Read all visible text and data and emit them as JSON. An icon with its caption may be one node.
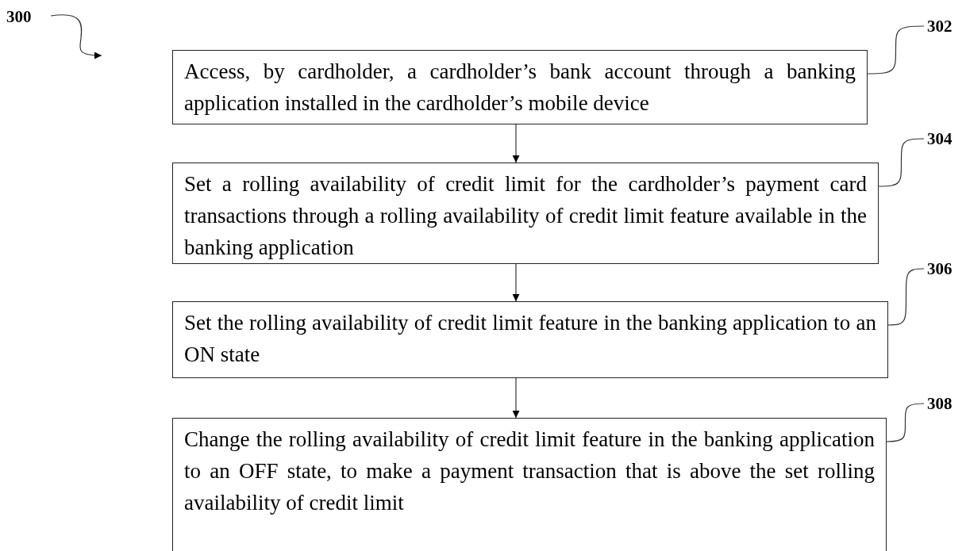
{
  "diagram": {
    "nodes": [
      {
        "text": [
          "300"
        ]
      },
      {
        "text": [
          "Access, by cardholder, a cardholder’s bank account through a banking application installed in the cardholder’s mobile device"
        ]
      },
      {
        "text": [
          "302"
        ]
      },
      {
        "text": [
          "Set a rolling availability of credit limit for the cardholder’s payment card transactions through a rolling availability of credit limit feature available in the banking application"
        ]
      },
      {
        "text": [
          "304"
        ]
      },
      {
        "text": [
          "Set the rolling availability of credit limit feature in the banking application to an ON state"
        ]
      },
      {
        "text": [
          "306"
        ]
      },
      {
        "text": [
          "Change the rolling availability of credit limit feature in the banking application to an OFF state, to make a payment transaction that is above the set rolling availability of credit limit"
        ]
      },
      {
        "text": [
          "308"
        ]
      }
    ],
    "edges": [
      {
        "from": 0,
        "to": null,
        "arrow": "to"
      },
      {
        "from": 1,
        "to": 3,
        "arrow": "to"
      },
      {
        "from": 3,
        "to": 5,
        "arrow": "to"
      },
      {
        "from": 5,
        "to": 7,
        "arrow": "to"
      },
      {
        "from": 2,
        "to": 1,
        "arrow": "none"
      },
      {
        "from": 4,
        "to": 3,
        "arrow": "none"
      },
      {
        "from": 6,
        "to": 5,
        "arrow": "none"
      },
      {
        "from": 8,
        "to": 7,
        "arrow": "none"
      }
    ]
  }
}
